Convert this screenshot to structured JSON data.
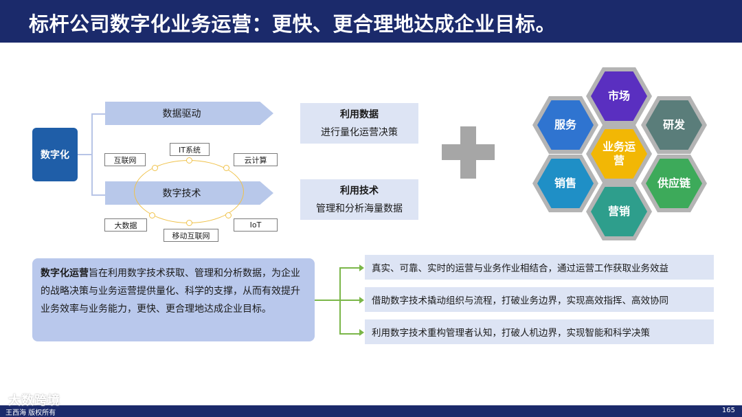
{
  "header": {
    "title": "标杆公司数字化业务运营：更快、更合理地达成企业目标。"
  },
  "diagram": {
    "core_label": "数字化",
    "banners": [
      "数据驱动",
      "数字技术"
    ],
    "tags": [
      "互联网",
      "IT系统",
      "云计算",
      "大数据",
      "移动互联网",
      "IoT"
    ],
    "info_boxes": [
      {
        "title": "利用数据",
        "text": "进行量化运营决策"
      },
      {
        "title": "利用技术",
        "text": "管理和分析海量数据"
      }
    ]
  },
  "hexes": {
    "center": "业务运营",
    "market": "市场",
    "service": "服务",
    "rnd": "研发",
    "sales": "销售",
    "supply": "供应链",
    "marketing": "营销"
  },
  "colors": {
    "title_bar": "#1b2a6b",
    "market": "#5a2fc0",
    "service": "#2f74d0",
    "rnd": "#5a7d7a",
    "center": "#f2b705",
    "sales": "#1f8fc6",
    "supply": "#3daa5a",
    "marketing": "#2e9e8c"
  },
  "summary": {
    "lead": "数字化运营",
    "body": "旨在利用数字技术获取、管理和分析数据，为企业的战略决策与业务运营提供量化、科学的支撑，从而有效提升业务效率与业务能力，更快、更合理地达成企业目标。"
  },
  "points": [
    "真实、可靠、实时的运营与业务作业相结合，通过运营工作获取业务效益",
    "借助数字技术撬动组织与流程，打破业务边界，实现高效指挥、高效协同",
    "利用数字技术重构管理者认知，打破人机边界，实现智能和科学决策"
  ],
  "footer": {
    "left": "王西海 版权所有",
    "page": "165",
    "watermark": "大数跨境"
  }
}
